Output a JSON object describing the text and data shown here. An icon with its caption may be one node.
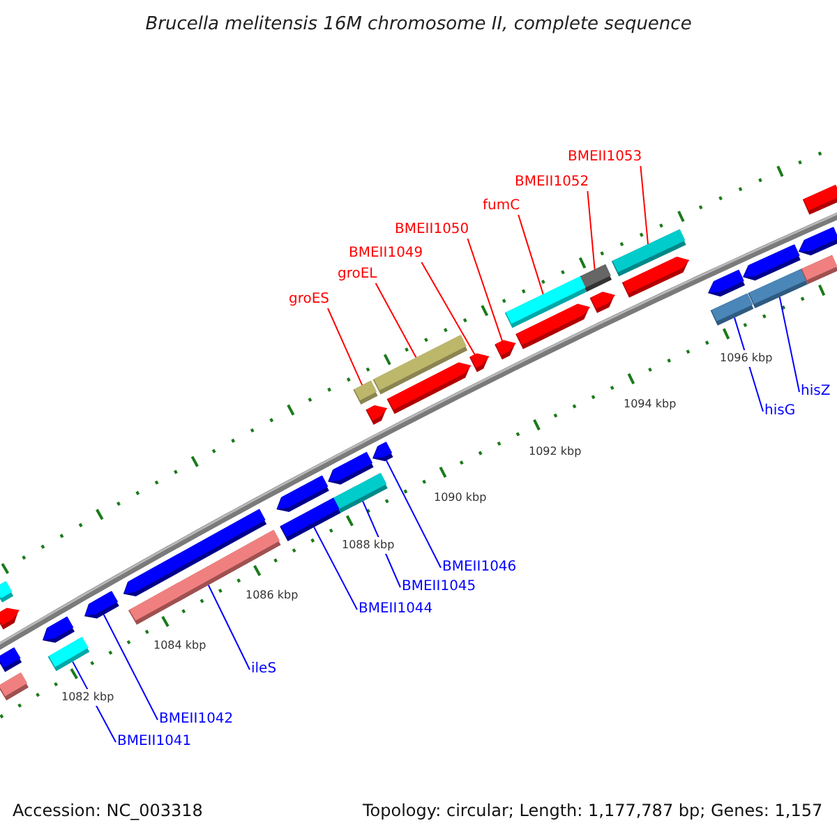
{
  "diagram": {
    "title": "Brucella melitensis 16M chromosome II, complete sequence",
    "nodes": [
      {
        "text": [
          "BMEII1053"
        ]
      },
      {
        "text": [
          "BMEII1052"
        ]
      },
      {
        "text": [
          "fumC"
        ]
      },
      {
        "text": [
          "BMEII1050"
        ]
      },
      {
        "text": [
          "BMEII1049"
        ]
      },
      {
        "text": [
          "groEL"
        ]
      },
      {
        "text": [
          "groES"
        ]
      },
      {
        "text": [
          "hisZ"
        ]
      },
      {
        "text": [
          "hisG"
        ]
      },
      {
        "text": [
          "BMEII1046"
        ]
      },
      {
        "text": [
          "BMEII1045"
        ]
      },
      {
        "text": [
          "BMEII1044"
        ]
      },
      {
        "text": [
          "ileS"
        ]
      },
      {
        "text": [
          "BMEII1042"
        ]
      },
      {
        "text": [
          "BMEII1041"
        ]
      },
      {
        "text": [],
        "shape": "bar"
      },
      {
        "text": [],
        "shape": "bar"
      },
      {
        "text": [],
        "shape": "bar"
      },
      {
        "text": [],
        "shape": "bar"
      },
      {
        "text": [],
        "shape": "bar"
      },
      {
        "text": [],
        "shape": "bar"
      },
      {
        "text": [],
        "shape": "bar"
      },
      {
        "text": [],
        "shape": "bar"
      },
      {
        "text": [],
        "shape": "bar"
      },
      {
        "text": [],
        "shape": "bar"
      },
      {
        "text": [],
        "shape": "bar"
      },
      {
        "text": [],
        "shape": "bar"
      },
      {
        "text": [],
        "shape": "bar"
      },
      {
        "text": [],
        "shape": "bar"
      },
      {
        "text": [],
        "shape": "bar"
      },
      {
        "text": [],
        "shape": "bar"
      },
      {
        "text": [],
        "shape": "bar"
      },
      {
        "text": [],
        "shape": "bar"
      },
      {
        "text": [],
        "shape": "bar"
      },
      {
        "text": [],
        "shape": "bar"
      },
      {
        "text": [],
        "shape": "bar"
      },
      {
        "text": [],
        "shape": "bar"
      },
      {
        "text": [],
        "shape": "bar"
      },
      {
        "text": [],
        "shape": "bar"
      },
      {
        "text": [],
        "shape": "bar"
      },
      {
        "text": [],
        "shape": "bar"
      },
      {
        "text": [],
        "shape": "bar"
      },
      {
        "text": [],
        "shape": "bar"
      },
      {
        "text": [],
        "shape": "bar"
      },
      {
        "text": [],
        "shape": "bar"
      },
      {
        "text": [],
        "shape": "bar"
      },
      {
        "text": [],
        "shape": "bar"
      },
      {
        "text": [],
        "shape": "bar"
      }
    ],
    "edges": [
      {
        "from": 0,
        "to": 15,
        "arrow": "none",
        "color": "#ff0000"
      },
      {
        "from": 1,
        "to": 16,
        "arrow": "none",
        "color": "#ff0000"
      },
      {
        "from": 2,
        "to": 17,
        "arrow": "none",
        "color": "#ff0000"
      },
      {
        "from": 3,
        "to": 18,
        "arrow": "none",
        "color": "#ff0000"
      },
      {
        "from": 4,
        "to": 19,
        "arrow": "none",
        "color": "#ff0000"
      },
      {
        "from": 5,
        "to": 20,
        "arrow": "none",
        "color": "#ff0000"
      },
      {
        "from": 6,
        "to": 21,
        "arrow": "none",
        "color": "#ff0000"
      },
      {
        "from": 7,
        "to": 22,
        "arrow": "none"
      },
      {
        "from": 8,
        "to": 23,
        "arrow": "none"
      },
      {
        "from": 9,
        "to": 24,
        "arrow": "none"
      },
      {
        "from": 10,
        "to": 25,
        "arrow": "none"
      },
      {
        "from": 11,
        "to": 26,
        "arrow": "none"
      },
      {
        "from": 12,
        "to": 27,
        "arrow": "none"
      },
      {
        "from": 13,
        "to": 28,
        "arrow": "none"
      },
      {
        "from": 14,
        "to": 29,
        "arrow": "none"
      }
    ],
    "labels": [
      "1096 kbp",
      "1094 kbp",
      "1092 kbp",
      "1090 kbp",
      "1088 kbp",
      "1086 kbp",
      "1084 kbp",
      "1082 kbp",
      "Accession: NC_003318",
      "Topology: circular; Length: 1,177,787 bp; Genes: 1,157"
    ]
  }
}
